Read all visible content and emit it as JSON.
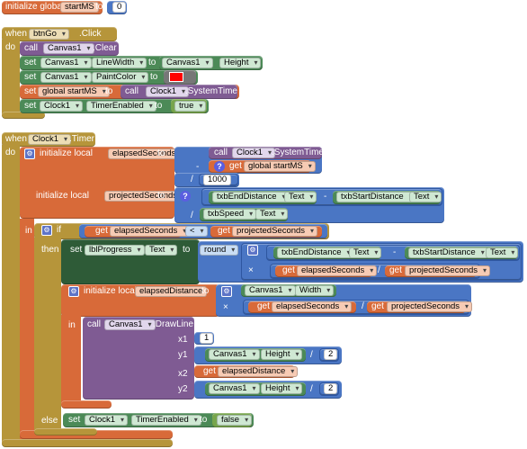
{
  "colors": {
    "control": "#b6953a",
    "dark_green": "#2e5b37",
    "green": "#4c8a57",
    "orange": "#d86a39",
    "purple": "#7f5b93",
    "blue": "#4f7fd6",
    "math": "#4a76c4",
    "paint": "#ff0000"
  },
  "icons": {
    "gear": "gear-icon",
    "dropdown": "chevron-down-icon",
    "warning": "question-mark-icon"
  },
  "kw": {
    "initialize_global": "initialize global",
    "to": "to",
    "when": "when",
    "do": "do",
    "call": "call",
    "set": "set",
    "get": "get",
    "initialize_local": "initialize local",
    "in": "in",
    "if": "if",
    "then": "then",
    "else": "else",
    "round": "round",
    "minus": "-",
    "divide": "/",
    "times": "×",
    "lt": "<",
    "x1": "x1",
    "y1": "y1",
    "x2": "x2",
    "y2": "y2"
  },
  "b1": {
    "var": "startMS",
    "value": "0"
  },
  "b2": {
    "component": "btnGo",
    "event": ".Click",
    "canvas": "Canvas1",
    "clear": ".Clear",
    "linewidth": "LineWidth",
    "height": "Height",
    "paintcolor": "PaintColor",
    "global_startms": "global startMS",
    "clock": "Clock1",
    "systemtime": ".SystemTime",
    "timerenabled": "TimerEnabled",
    "true": "true"
  },
  "b3": {
    "component": "Clock1",
    "event": ".Timer",
    "elapsed": "elapsedSeconds",
    "clock": "Clock1",
    "systemtime": ".SystemTime",
    "global_startms": "global startMS",
    "divisor": "1000",
    "projected": "projectedSeconds",
    "txbend": "txbEndDistance",
    "txbstart": "txbStartDistance",
    "text": "Text",
    "txbspeed": "txbSpeed",
    "lbl": "lblProgress",
    "canvas": "Canvas1",
    "width": "Width",
    "height": "Height",
    "drawline": ".DrawLine",
    "elapsed_dist": "elapsedDistance",
    "one": "1",
    "two": "2",
    "timerenabled": "TimerEnabled",
    "false": "false"
  }
}
